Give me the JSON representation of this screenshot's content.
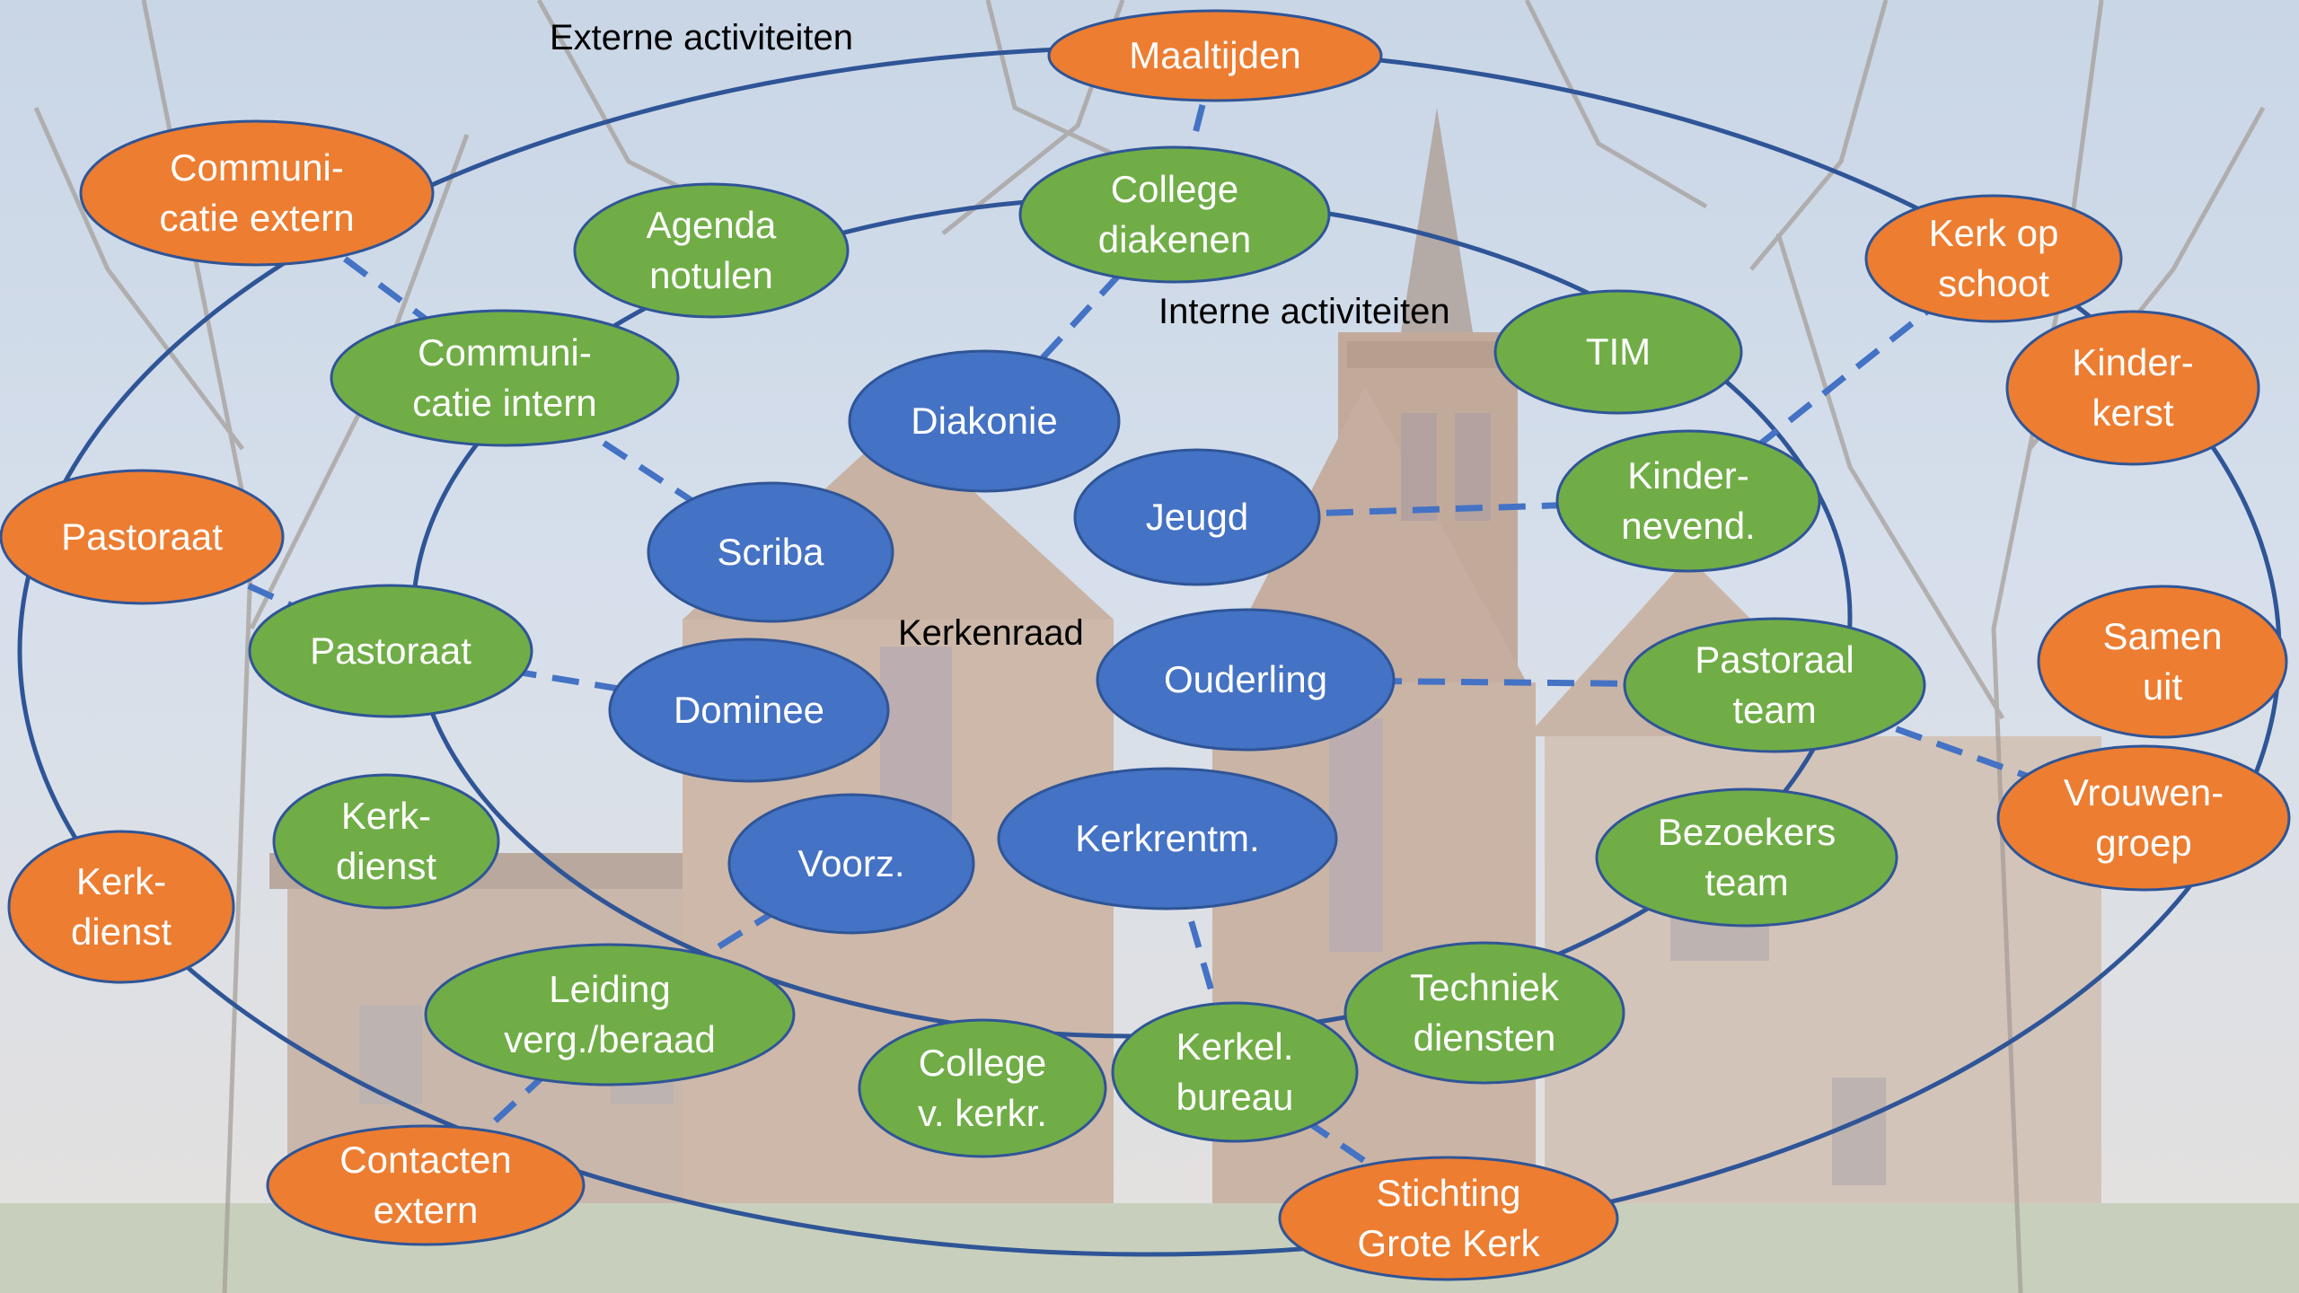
{
  "colors": {
    "external": "#ED7D31",
    "internal": "#70AD47",
    "council": "#4472C4",
    "ring": "#2F5597",
    "dashed": "#4472C4",
    "node_border": "#2F5597"
  },
  "labels": {
    "external_ring": "Externe activiteiten",
    "internal_ring": "Interne activiteiten",
    "council_ring": "Kerkenraad"
  },
  "external_nodes": [
    {
      "id": "maaltijden",
      "lines": [
        "Maaltijden"
      ]
    },
    {
      "id": "communicatie-extern",
      "lines": [
        "Communi-",
        "catie extern"
      ]
    },
    {
      "id": "kerk-op-schoot",
      "lines": [
        "Kerk op",
        "schoot"
      ]
    },
    {
      "id": "kinderkerst",
      "lines": [
        "Kinder-",
        "kerst"
      ]
    },
    {
      "id": "pastoraat-extern",
      "lines": [
        "Pastoraat"
      ]
    },
    {
      "id": "samen-uit",
      "lines": [
        "Samen",
        "uit"
      ]
    },
    {
      "id": "vrouwengroep",
      "lines": [
        "Vrouwen-",
        "groep"
      ]
    },
    {
      "id": "kerkdienst-extern",
      "lines": [
        "Kerk-",
        "dienst"
      ]
    },
    {
      "id": "contacten-extern",
      "lines": [
        "Contacten",
        "extern"
      ]
    },
    {
      "id": "stichting-grote-kerk",
      "lines": [
        "Stichting",
        "Grote Kerk"
      ]
    }
  ],
  "internal_nodes": [
    {
      "id": "agenda-notulen",
      "lines": [
        "Agenda",
        "notulen"
      ]
    },
    {
      "id": "college-diakenen",
      "lines": [
        "College",
        "diakenen"
      ]
    },
    {
      "id": "communicatie-intern",
      "lines": [
        "Communi-",
        "catie intern"
      ]
    },
    {
      "id": "tim",
      "lines": [
        "TIM"
      ]
    },
    {
      "id": "kindernevend",
      "lines": [
        "Kinder-",
        "nevend."
      ]
    },
    {
      "id": "pastoraat-intern",
      "lines": [
        "Pastoraat"
      ]
    },
    {
      "id": "pastoraal-team",
      "lines": [
        "Pastoraal",
        "team"
      ]
    },
    {
      "id": "kerkdienst-intern",
      "lines": [
        "Kerk-",
        "dienst"
      ]
    },
    {
      "id": "bezoekers-team",
      "lines": [
        "Bezoekers",
        "team"
      ]
    },
    {
      "id": "leiding-verg-beraad",
      "lines": [
        "Leiding",
        "verg./beraad"
      ]
    },
    {
      "id": "techniek-diensten",
      "lines": [
        "Techniek",
        "diensten"
      ]
    },
    {
      "id": "college-v-kerkr",
      "lines": [
        "College",
        "v. kerkr."
      ]
    },
    {
      "id": "kerkel-bureau",
      "lines": [
        "Kerkel.",
        "bureau"
      ]
    }
  ],
  "council_nodes": [
    {
      "id": "diakonie",
      "lines": [
        "Diakonie"
      ]
    },
    {
      "id": "jeugd",
      "lines": [
        "Jeugd"
      ]
    },
    {
      "id": "scriba",
      "lines": [
        "Scriba"
      ]
    },
    {
      "id": "ouderling",
      "lines": [
        "Ouderling"
      ]
    },
    {
      "id": "dominee",
      "lines": [
        "Dominee"
      ]
    },
    {
      "id": "voorz",
      "lines": [
        "Voorz."
      ]
    },
    {
      "id": "kerkrentm",
      "lines": [
        "Kerkrentm."
      ]
    }
  ],
  "connections": [
    {
      "from": "diakonie",
      "to": "college-diakenen"
    },
    {
      "from": "college-diakenen",
      "to": "maaltijden"
    },
    {
      "from": "scriba",
      "to": "communicatie-intern"
    },
    {
      "from": "communicatie-intern",
      "to": "communicatie-extern"
    },
    {
      "from": "jeugd",
      "to": "kindernevend"
    },
    {
      "from": "kindernevend",
      "to": "kerk-op-schoot"
    },
    {
      "from": "ouderling",
      "to": "pastoraal-team"
    },
    {
      "from": "pastoraal-team",
      "to": "vrouwengroep"
    },
    {
      "from": "dominee",
      "to": "pastoraat-intern"
    },
    {
      "from": "pastoraat-intern",
      "to": "pastoraat-extern"
    },
    {
      "from": "voorz",
      "to": "leiding-verg-beraad"
    },
    {
      "from": "leiding-verg-beraad",
      "to": "contacten-extern"
    },
    {
      "from": "kerkrentm",
      "to": "kerkel-bureau"
    },
    {
      "from": "kerkel-bureau",
      "to": "stichting-grote-kerk"
    }
  ]
}
